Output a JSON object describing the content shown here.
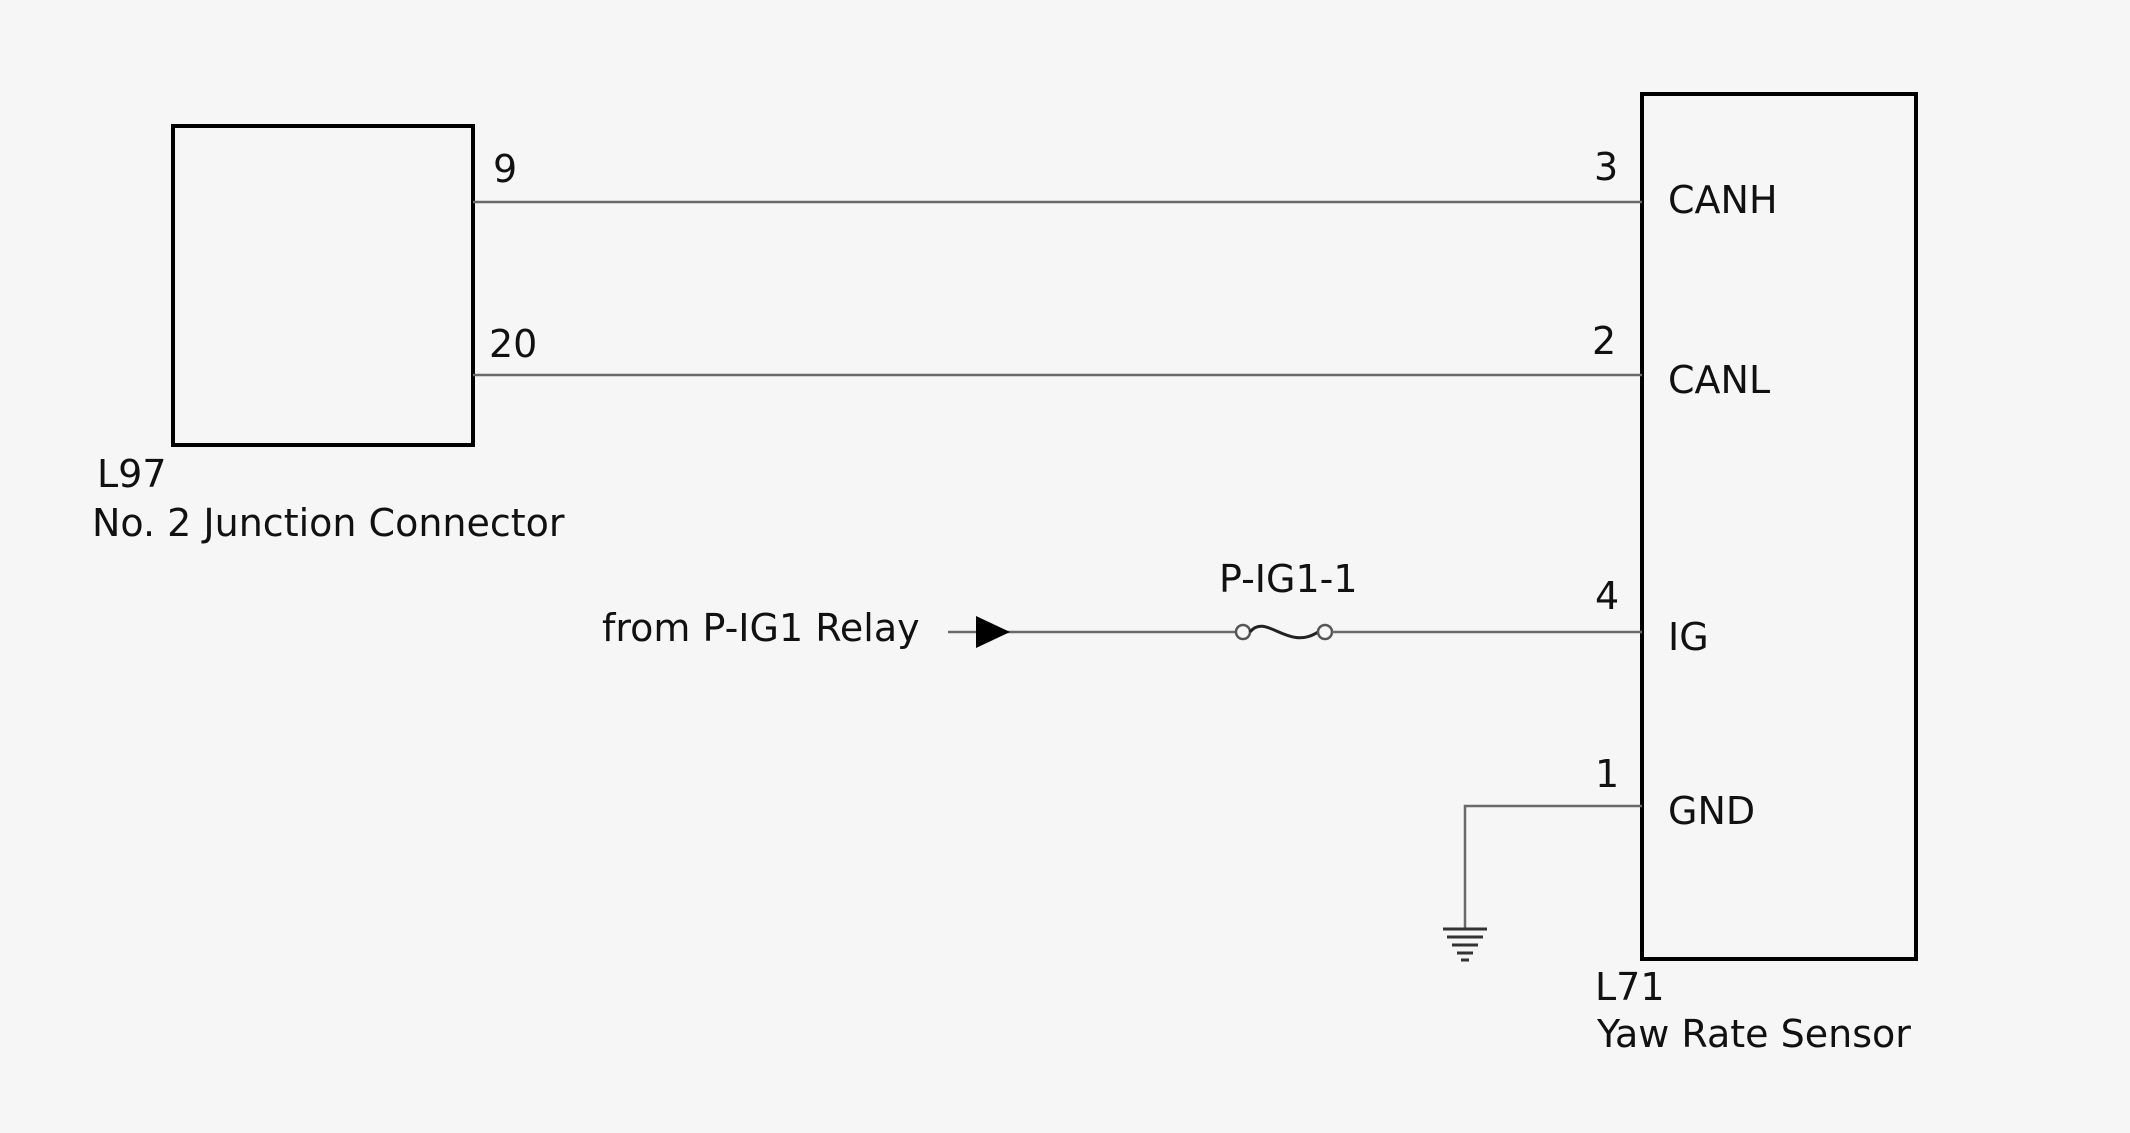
{
  "connector_l97": {
    "code": "L97",
    "name": "No. 2 Junction Connector",
    "pins": {
      "canh": "9",
      "canl": "20"
    }
  },
  "sensor_l71": {
    "code": "L71",
    "name": "Yaw Rate Sensor",
    "pins": {
      "canh": "3",
      "canl": "2",
      "ig": "4",
      "gnd": "1"
    },
    "terminals": {
      "canh": "CANH",
      "canl": "CANL",
      "ig": "IG",
      "gnd": "GND"
    }
  },
  "power": {
    "source": "from P-IG1 Relay",
    "fuse": "P-IG1-1"
  }
}
